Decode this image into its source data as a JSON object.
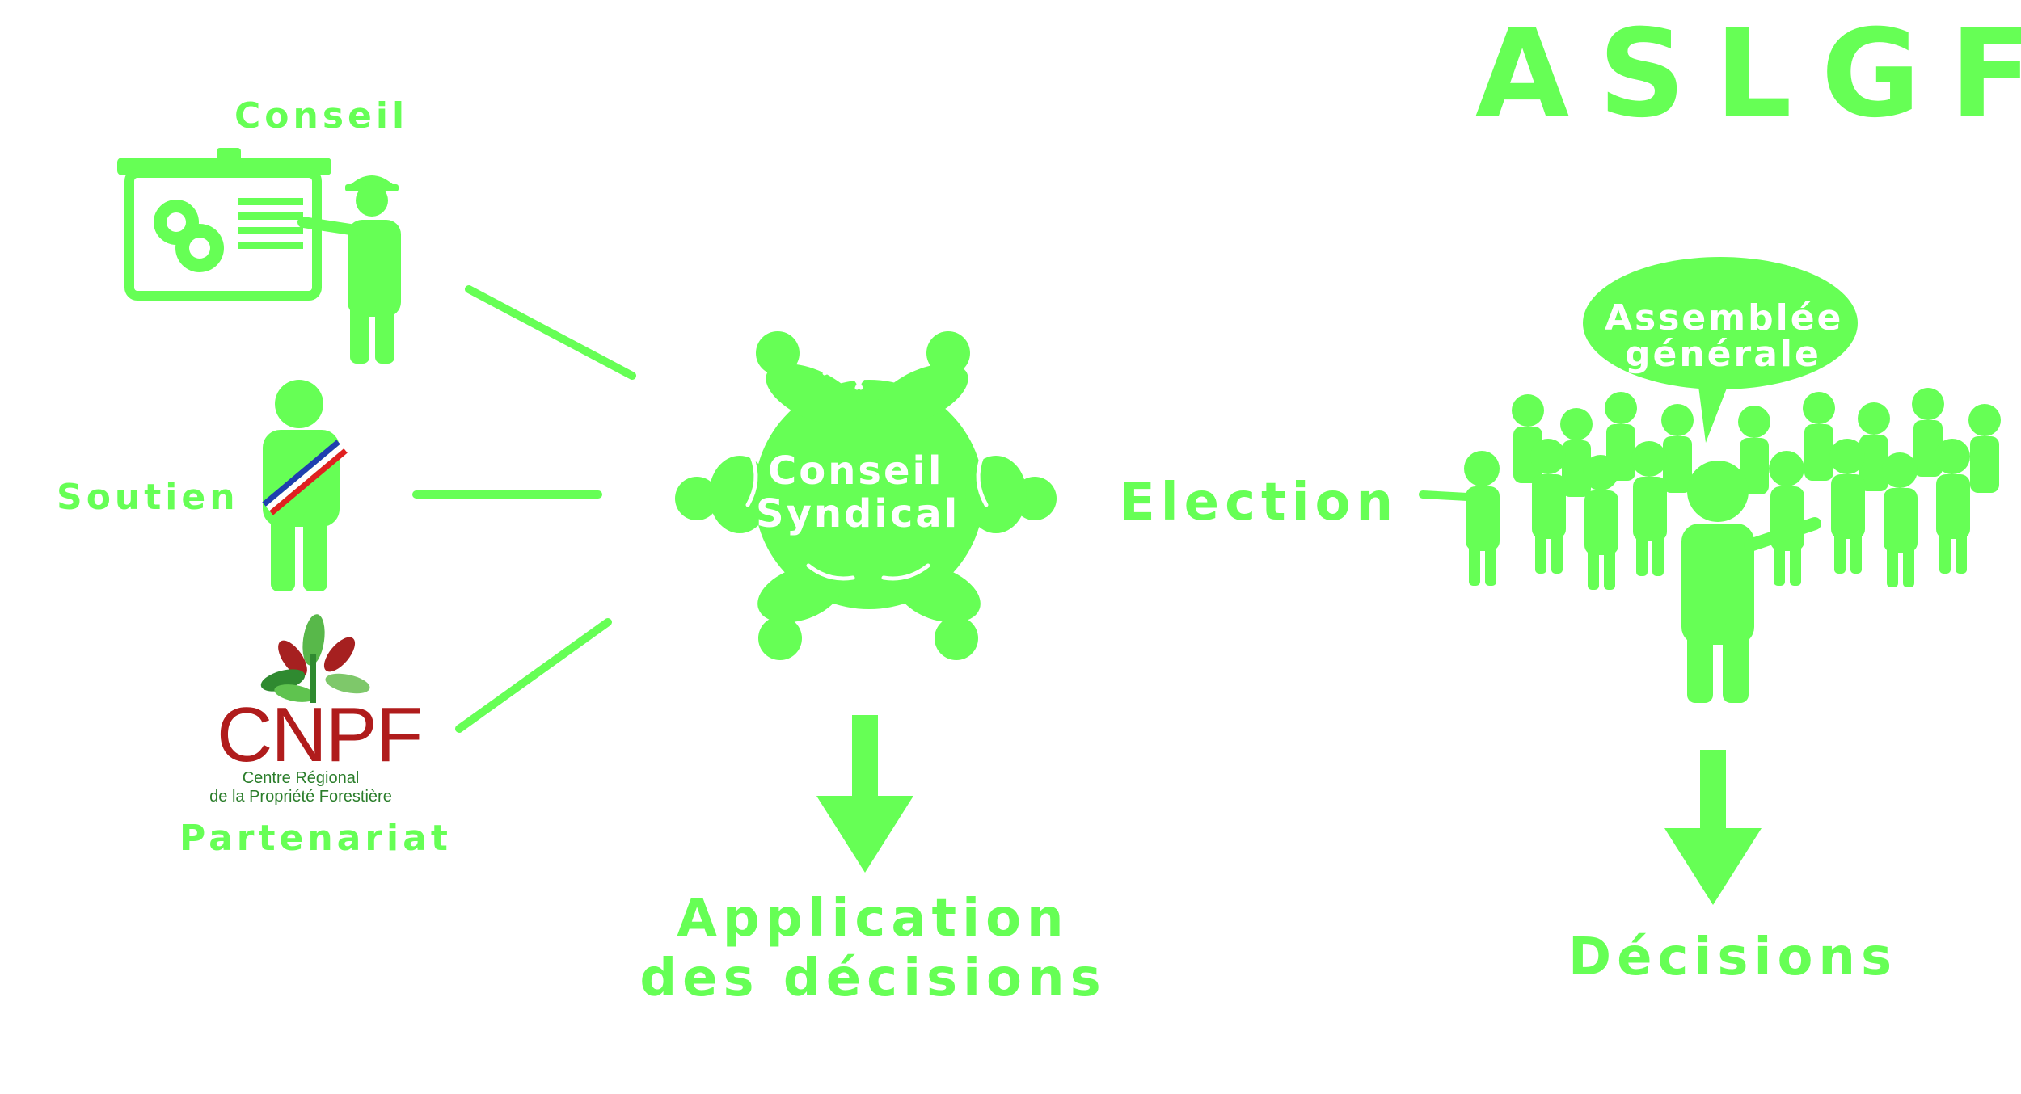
{
  "title": "ASLGF",
  "left": {
    "conseil": "Conseil",
    "soutien": "Soutien",
    "partenariat": "Partenariat",
    "cnpf": {
      "name": "CNPF",
      "line1": "Centre Régional",
      "line2": "de la Propriété Forestière"
    }
  },
  "center": {
    "circle_line1": "Conseil",
    "circle_line2": "Syndical",
    "result": "Application des décisions"
  },
  "election": "Election",
  "right": {
    "bubble_line1": "Assemblée",
    "bubble_line2": "générale",
    "result": "Décisions"
  },
  "colors": {
    "accent": "#66ff55",
    "cnpf_red": "#b01c1c",
    "cnpf_green": "#2a7d2a"
  }
}
